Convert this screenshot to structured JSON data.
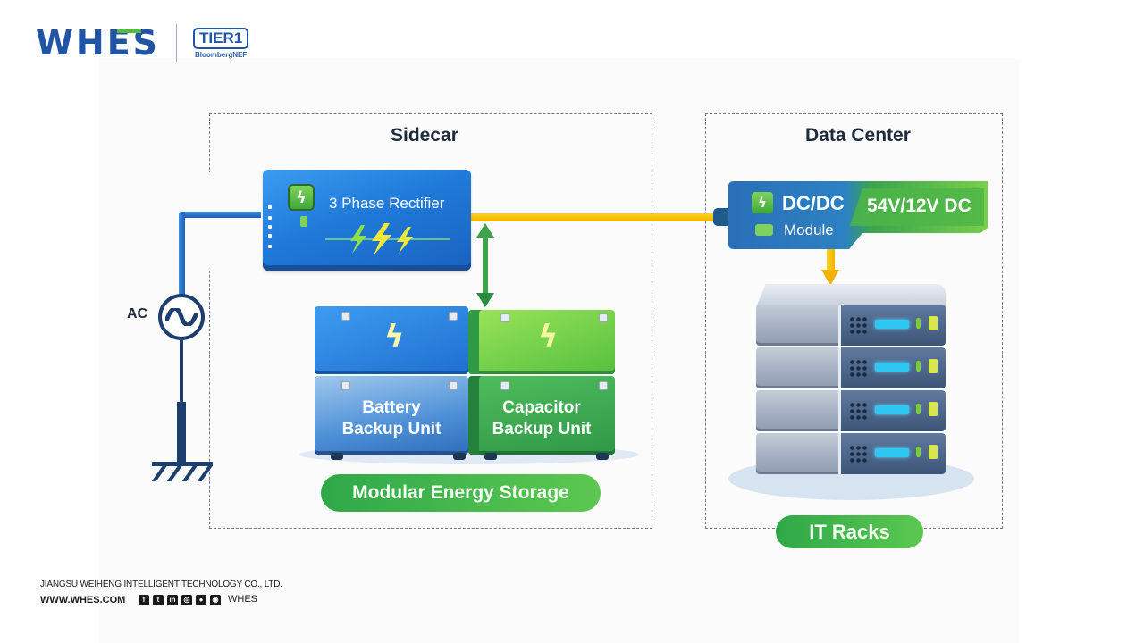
{
  "header": {
    "brand": "WHES",
    "badge": "TIER1",
    "badge_sub": "BloombergNEF"
  },
  "regions": {
    "sidecar": "Sidecar",
    "data_center": "Data Center"
  },
  "source": {
    "label": "AC",
    "icon": "ac-source-icon"
  },
  "rectifier": {
    "label": "3 Phase Rectifier",
    "icon": "lightning-icon"
  },
  "dcdc": {
    "title": "DC/DC",
    "subtitle": "Module",
    "voltage": "54V/12V DC",
    "icon": "lightning-icon"
  },
  "storage": {
    "battery_line1": "Battery",
    "battery_line2": "Backup Unit",
    "capacitor_line1": "Capacitor",
    "capacitor_line2": "Backup Unit",
    "group_label": "Modular Energy Storage"
  },
  "racks": {
    "label": "IT Racks",
    "server_count": 4
  },
  "footer": {
    "company": "JIANGSU WEIHENG INTELLIGENT TECHNOLOGY CO., LTD.",
    "url": "WWW.WHES.COM",
    "social": [
      {
        "name": "facebook-icon",
        "glyph": "f"
      },
      {
        "name": "twitter-icon",
        "glyph": "t"
      },
      {
        "name": "linkedin-icon",
        "glyph": "in"
      },
      {
        "name": "instagram-icon",
        "glyph": "◎"
      },
      {
        "name": "wechat-icon",
        "glyph": "●"
      },
      {
        "name": "line-icon",
        "glyph": "◉"
      }
    ],
    "handle": "WHES"
  },
  "colors": {
    "brand_blue": "#1f55a4",
    "accent_green": "#55b947",
    "dc_wire": "#f0b400",
    "storage_link": "#3da24a"
  }
}
